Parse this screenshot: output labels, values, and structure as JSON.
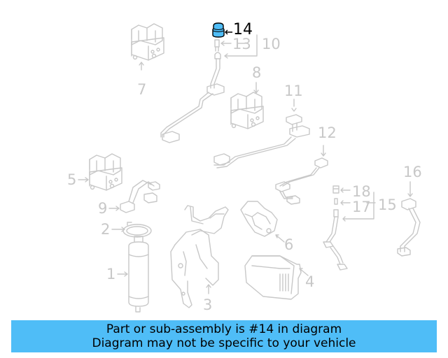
{
  "diagram": {
    "highlight_color": "#4fbdf7",
    "line_color": "#c8c8c8",
    "highlighted_part": "14",
    "callouts": [
      {
        "id": "1",
        "label": "1"
      },
      {
        "id": "2",
        "label": "2"
      },
      {
        "id": "3",
        "label": "3"
      },
      {
        "id": "4",
        "label": "4"
      },
      {
        "id": "5",
        "label": "5"
      },
      {
        "id": "6",
        "label": "6"
      },
      {
        "id": "7",
        "label": "7"
      },
      {
        "id": "8",
        "label": "8"
      },
      {
        "id": "9",
        "label": "9"
      },
      {
        "id": "10",
        "label": "10"
      },
      {
        "id": "11",
        "label": "11"
      },
      {
        "id": "12",
        "label": "12"
      },
      {
        "id": "13",
        "label": "13"
      },
      {
        "id": "14",
        "label": "14"
      },
      {
        "id": "15",
        "label": "15"
      },
      {
        "id": "16",
        "label": "16"
      },
      {
        "id": "17",
        "label": "17"
      },
      {
        "id": "18",
        "label": "18"
      }
    ]
  },
  "banner": {
    "line1": "Part or sub-assembly is #14 in diagram",
    "line2": "Diagram may not be specific to your vehicle",
    "background": "#4fbdf7"
  }
}
